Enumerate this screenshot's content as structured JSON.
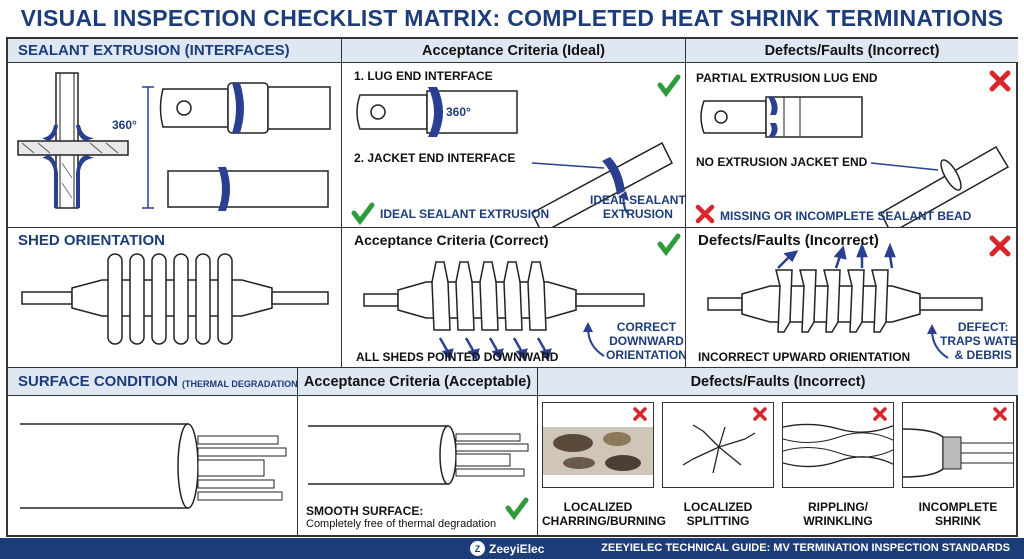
{
  "title": "VISUAL INSPECTION CHECKLIST MATRIX: COMPLETED HEAT SHRINK TERMINATIONS",
  "colors": {
    "accent": "#1c3d7a",
    "header_bg": "#dfe7f2",
    "ok": "#2e9c3a",
    "fault": "#d8262c",
    "sealant": "#2a3f8f"
  },
  "row1": {
    "title": "SEALANT EXTRUSION (INTERFACES)",
    "angle_label": "360°",
    "ideal_header": "Acceptance Criteria (Ideal)",
    "lug_label": "1. LUG END INTERFACE",
    "lug_angle": "360°",
    "jacket_label": "2. JACKET END INTERFACE",
    "ideal_bottom": "IDEAL SEALANT EXTRUSION",
    "ideal_callout_1": "IDEAL SEALANT",
    "ideal_callout_2": "EXTRUSION",
    "fault_header": "Defects/Faults (Incorrect)",
    "partial_label": "PARTIAL EXTRUSION LUG END",
    "no_ext_label": "NO EXTRUSION JACKET END",
    "fault_bottom": "MISSING OR INCOMPLETE SEALANT BEAD"
  },
  "row2": {
    "title": "SHED ORIENTATION",
    "correct_header": "Acceptance Criteria (Correct)",
    "correct_bottom": "ALL SHEDS POINTED DOWNWARD",
    "correct_callout_1": "CORRECT",
    "correct_callout_2": "DOWNWARD",
    "correct_callout_3": "ORIENTATION",
    "fault_header": "Defects/Faults (Incorrect)",
    "fault_bottom": "INCORRECT UPWARD ORIENTATION",
    "fault_callout_1": "DEFECT:",
    "fault_callout_2": "TRAPS WATER",
    "fault_callout_3": "& DEBRIS"
  },
  "row3": {
    "title": "SURFACE CONDITION",
    "title_sub": "(THERMAL DEGRADATION)",
    "acceptable_header": "Acceptance Criteria (Acceptable)",
    "smooth_label": "SMOOTH SURFACE:",
    "smooth_note": "Completely free of thermal degradation",
    "fault_header": "Defects/Faults (Incorrect)",
    "defects": [
      {
        "line1": "LOCALIZED",
        "line2": "CHARRING/BURNING"
      },
      {
        "line1": "LOCALIZED",
        "line2": "SPLITTING"
      },
      {
        "line1": "RIPPLING/",
        "line2": "WRINKLING"
      },
      {
        "line1": "INCOMPLETE",
        "line2": "SHRINK"
      }
    ]
  },
  "footer": {
    "brand": "ZeeyiElec",
    "brand_badge": "Z",
    "guide": "ZEEYIELEC TECHNICAL GUIDE: MV TERMINATION INSPECTION STANDARDS"
  }
}
